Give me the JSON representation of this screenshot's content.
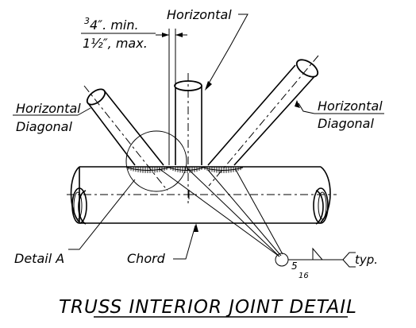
{
  "labels": {
    "horizontal_top": "Horizontal",
    "gap_min": "3/4\", min.",
    "gap_max": "1 1/2\", max.",
    "left_horizontal": "Horizontal",
    "left_diagonal": "Diagonal",
    "right_horizontal": "Horizontal",
    "right_diagonal": "Diagonal",
    "detail_a": "Detail A",
    "chord": "Chord",
    "weld_size_num": "5",
    "weld_size_den": "16",
    "weld_typ": "typ.",
    "title": "TRUSS INTERIOR JOINT DETAIL"
  }
}
